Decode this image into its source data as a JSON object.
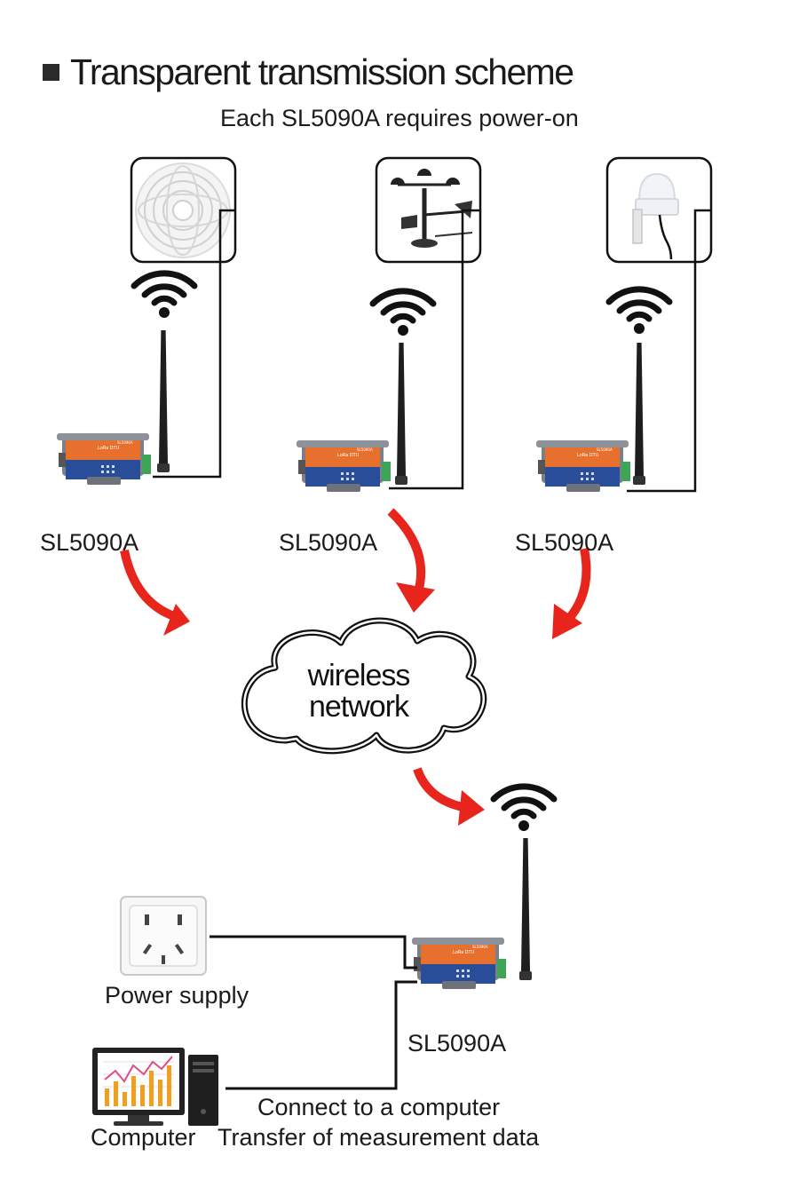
{
  "header": {
    "title": "Transparent transmission scheme",
    "subtitle": "Each SL5090A requires power-on"
  },
  "devices": {
    "left": {
      "label": "SL5090A"
    },
    "middle": {
      "label": "SL5090A"
    },
    "right": {
      "label": "SL5090A"
    },
    "receiver": {
      "label": "SL5090A"
    }
  },
  "device_faceplate": {
    "line1": "LoRa DTU",
    "line2": "SL5090A"
  },
  "sensors": [
    "louver-box-sensor",
    "anemometer-sensor",
    "rain-sensor"
  ],
  "cloud": {
    "line1": "wireless",
    "line2": "network"
  },
  "power": {
    "label": "Power supply"
  },
  "computer": {
    "label": "Computer"
  },
  "connection": {
    "line1": "Connect to a computer",
    "line2": "Transfer of measurement data"
  },
  "colors": {
    "arrow": "#e8251d",
    "device_orange": "#e8702e",
    "device_blue": "#2a4d9a",
    "line": "#111111",
    "screen_bars": "#f0a020"
  }
}
